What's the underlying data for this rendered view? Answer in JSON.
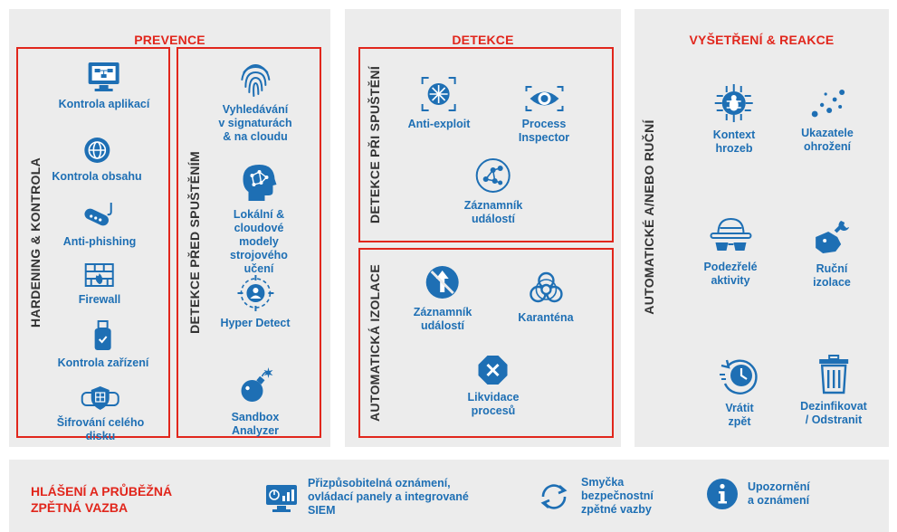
{
  "colors": {
    "accent": "#e1261c",
    "brand_blue": "#1e6fb4",
    "panel_bg": "#ececec",
    "label_dark": "#333333"
  },
  "prevence": {
    "title": "PREVENCE",
    "hardening_label": "HARDENING & KONTROLA",
    "hardening_items": [
      {
        "label": "Kontrola aplikací",
        "icon": "monitor-icon"
      },
      {
        "label": "Kontrola obsahu",
        "icon": "globe-icon"
      },
      {
        "label": "Anti-phishing",
        "icon": "fishing-hook-icon"
      },
      {
        "label": "Firewall",
        "icon": "firewall-icon"
      },
      {
        "label": "Kontrola zařízení",
        "icon": "usb-drive-icon"
      },
      {
        "label": "Šifrování celého\ndisku",
        "icon": "disk-shield-icon"
      }
    ],
    "predexec_label": "DETEKCE PŘED SPUŠTĚNÍM",
    "predexec_items": [
      {
        "label": "Vyhledávání\nv signaturách\n& na cloudu",
        "icon": "fingerprint-icon"
      },
      {
        "label": "Lokální & cloudové\nmodely strojového\nučení",
        "icon": "ai-head-icon"
      },
      {
        "label": "Hyper Detect",
        "icon": "target-user-icon"
      },
      {
        "label": "Sandbox Analyzer",
        "icon": "bomb-icon"
      }
    ]
  },
  "detekce": {
    "title": "DETEKCE",
    "runtime_label": "DETEKCE PŘI SPUŠTĚNÍ",
    "runtime_items": [
      {
        "label": "Anti-exploit",
        "icon": "burst-icon"
      },
      {
        "label": "Process Inspector",
        "icon": "eye-icon"
      },
      {
        "label": "Záznamník\nudálostí",
        "icon": "network-nodes-icon"
      }
    ],
    "isolation_label": "AUTOMATICKÁ IZOLACE",
    "isolation_items": [
      {
        "label": "Záznamník\nudálostí",
        "icon": "blocked-arrow-icon"
      },
      {
        "label": "Karanténa",
        "icon": "biohazard-icon"
      },
      {
        "label": "Likvidace\nprocesů",
        "icon": "stop-x-icon"
      }
    ]
  },
  "reakce": {
    "title": "VYŠETŘENÍ & REAKCE",
    "side_label": "AUTOMATICKÉ A/NEBO RUČNÍ",
    "items": [
      {
        "label": "Kontext\nhrozeb",
        "icon": "bug-chip-icon"
      },
      {
        "label": "Ukazatele\nohrožení",
        "icon": "scatter-dots-icon"
      },
      {
        "label": "Podezřelé\naktivity",
        "icon": "spy-hat-icon"
      },
      {
        "label": "Ruční\nizolace",
        "icon": "hand-wrench-icon"
      },
      {
        "label": "Vrátit\nzpět",
        "icon": "rollback-clock-icon"
      },
      {
        "label": "Dezinfikovat\n/ Odstranit",
        "icon": "trash-icon"
      }
    ]
  },
  "reporting": {
    "title": "HLÁŠENÍ A PRŮBĚŽNÁ\nZPĚTNÁ VAZBA",
    "items": [
      {
        "label": "Přizpůsobitelná oznámení,\novládací panely a integrované\nSIEM",
        "icon": "dashboard-monitor-icon"
      },
      {
        "label": "Smyčka\nbezpečnostní\nzpětné vazby",
        "icon": "loop-arrows-icon"
      },
      {
        "label": "Upozornění\na oznámení",
        "icon": "info-circle-icon"
      }
    ]
  }
}
